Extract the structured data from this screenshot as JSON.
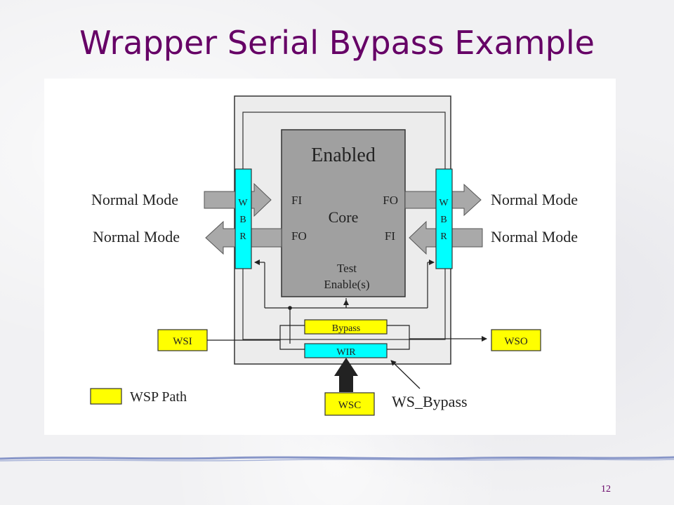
{
  "slide": {
    "title": "Wrapper Serial Bypass Example",
    "page_number": "12"
  },
  "diagram": {
    "core_state": "Enabled",
    "core_label": "Core",
    "core_fi_left": "FI",
    "core_fo_left": "FO",
    "core_fo_right": "FO",
    "core_fi_right": "FI",
    "test_enable_line1": "Test",
    "test_enable_line2": "Enable(s)",
    "wbr_left": [
      "W",
      "B",
      "R"
    ],
    "wbr_right": [
      "W",
      "B",
      "R"
    ],
    "normal_mode_left_in": "Normal Mode",
    "normal_mode_left_out": "Normal Mode",
    "normal_mode_right_out": "Normal Mode",
    "normal_mode_right_in": "Normal Mode",
    "bypass_label": "Bypass",
    "wir_label": "WIR",
    "wsi_label": "WSI",
    "wso_label": "WSO",
    "wsc_label": "WSC",
    "ws_bypass_label": "WS_Bypass",
    "legend_label": "WSP Path",
    "colors": {
      "wsp_path": "#ffff00",
      "wbr_cyan": "#00ffff",
      "core_gray": "#a0a0a0",
      "title": "#660066"
    }
  }
}
